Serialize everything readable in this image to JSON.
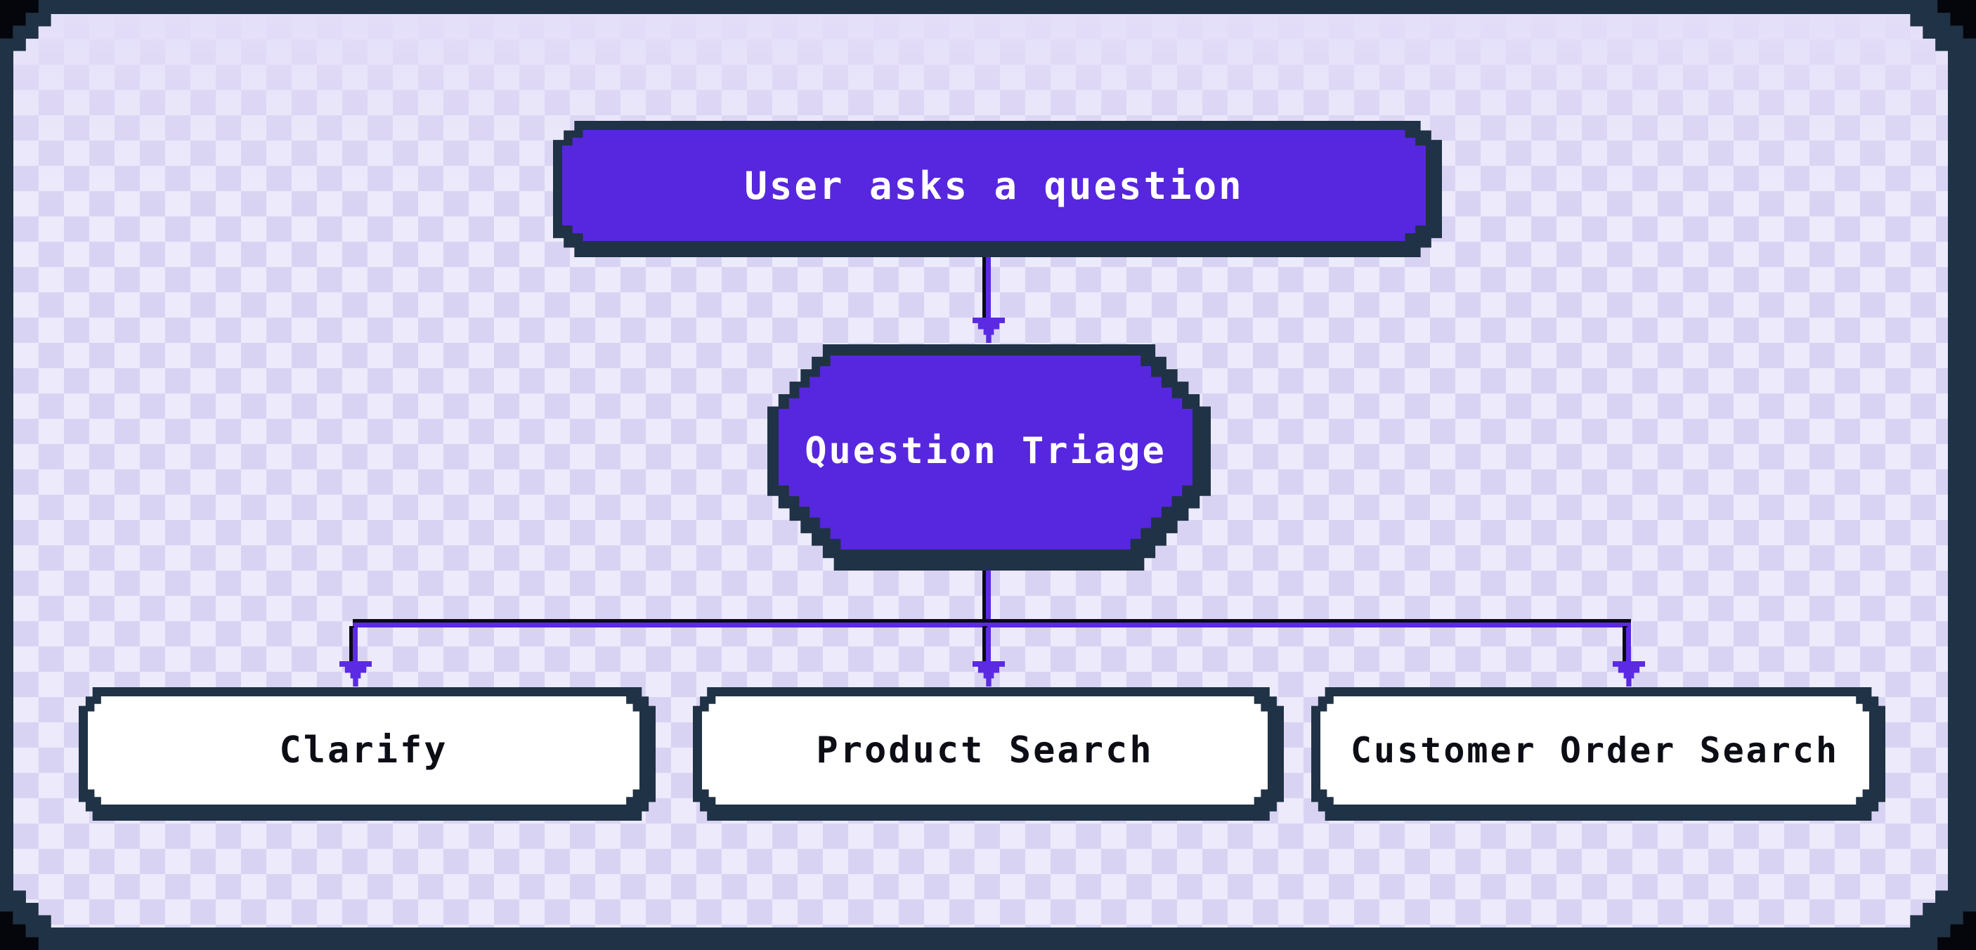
{
  "diagram": {
    "type": "flowchart",
    "direction": "top-down",
    "style": "pixel-art",
    "colors": {
      "frame": "#203245",
      "background_base": "#d9d3f3",
      "background_checker": "#eceafb",
      "node_purple": "#5627de",
      "node_white": "#ffffff",
      "edge": "#5b2ae2",
      "edge_shadow": "#0a0a16",
      "text_on_purple": "#ffffff",
      "text_on_white": "#0d0d15"
    },
    "nodes": [
      {
        "id": "start",
        "label": "User asks a question",
        "shape": "rounded-rectangle",
        "fill": "#5627de",
        "text_color": "#ffffff"
      },
      {
        "id": "triage",
        "label": "Question Triage",
        "shape": "octagon",
        "fill": "#5627de",
        "text_color": "#ffffff"
      },
      {
        "id": "clarify",
        "label": "Clarify",
        "shape": "rounded-rectangle",
        "fill": "#ffffff",
        "text_color": "#0d0d15"
      },
      {
        "id": "product_search",
        "label": "Product Search",
        "shape": "rounded-rectangle",
        "fill": "#ffffff",
        "text_color": "#0d0d15"
      },
      {
        "id": "customer_order_search",
        "label": "Customer Order Search",
        "shape": "rounded-rectangle",
        "fill": "#ffffff",
        "text_color": "#0d0d15"
      }
    ],
    "edges": [
      {
        "from": "start",
        "to": "triage"
      },
      {
        "from": "triage",
        "to": "clarify"
      },
      {
        "from": "triage",
        "to": "product_search"
      },
      {
        "from": "triage",
        "to": "customer_order_search"
      }
    ]
  }
}
